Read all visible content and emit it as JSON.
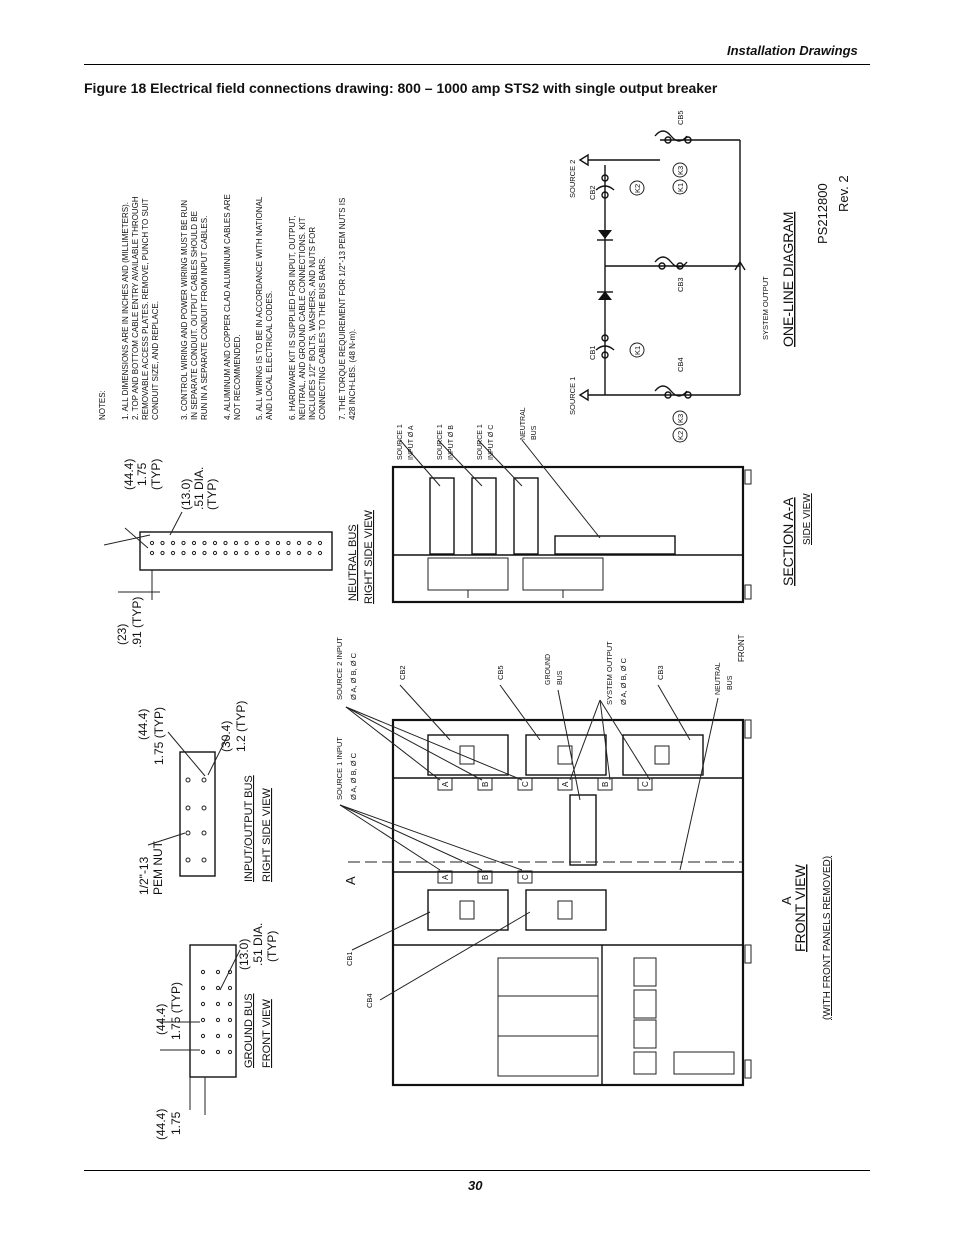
{
  "header": {
    "title": "Installation Drawings"
  },
  "figure": {
    "caption": "Figure 18  Electrical field connections drawing: 800 – 1000 amp STS2 with single output breaker"
  },
  "footer": {
    "page_number": "30"
  },
  "notes": {
    "heading": "NOTES:",
    "items": [
      "1. ALL DIMENSIONS ARE IN INCHES AND (MILLIMETERS).",
      "2. TOP AND BOTTOM CABLE ENTRY AVAILABLE THROUGH",
      "REMOVABLE ACCESS PLATES. REMOVE, PUNCH TO SUIT",
      "CONDUIT SIZE, AND REPLACE.",
      "3. CONTROL WIRING AND POWER WIRING MUST BE RUN",
      "IN SEPARATE CONDUIT. OUTPUT CABLES SHOULD BE",
      "RUN IN A SEPARATE CONDUIT FROM INPUT CABLES.",
      "4. ALUMINUM AND COPPER CLAD ALUMINUM CABLES ARE",
      "NOT RECOMMENDED.",
      "5. ALL WIRING IS TO BE IN ACCORDANCE WITH NATIONAL",
      "AND LOCAL ELECTRICAL CODES.",
      "6. HARDWARE KIT IS SUPPLIED FOR INPUT, OUTPUT,",
      "NEUTRAL, AND GROUND CABLE CONNECTIONS. KIT",
      "INCLUDES 1/2\" BOLTS, WASHERS, AND NUTS FOR",
      "CONNECTING CABLES TO THE BUS BARS.",
      "7. THE TORQUE REQUIREMENT FOR 1/2\"-13 PEM NUTS IS",
      "428 INCH-LBS. (48 N-m)."
    ]
  },
  "one_line": {
    "title": "ONE-LINE DIAGRAM",
    "drawing_no": "PS212800",
    "rev": "Rev. 2",
    "source1": "SOURCE 1",
    "source2": "SOURCE 2",
    "system_output": "SYSTEM OUTPUT",
    "cb1": "CB1",
    "cb2": "CB2",
    "cb3": "CB3",
    "cb4": "CB4",
    "cb5": "CB5",
    "k1": "K1",
    "k2": "K2",
    "k3": "K3"
  },
  "section": {
    "title": "SECTION A-A",
    "subtitle": "SIDE VIEW",
    "front": "FRONT",
    "src1_a": "SOURCE 1",
    "src1_a_sub": "INPUT Ø A",
    "src1_b": "SOURCE 1",
    "src1_b_sub": "INPUT Ø B",
    "src1_c": "SOURCE 1",
    "src1_c_sub": "INPUT Ø C",
    "neutral": "NEUTRAL",
    "neutral_sub": "BUS"
  },
  "neutral_bus": {
    "title": "NEUTRAL BUS",
    "subtitle": "RIGHT SIDE VIEW",
    "dim1": "(44.4)",
    "dim1b": "1.75",
    "dim1c": "(TYP)",
    "dim2": "(13.0)",
    "dim2b": ".51 DIA.",
    "dim2c": "(TYP)",
    "dim3": "(23)",
    "dim3b": ".91 (TYP)"
  },
  "io_bus": {
    "title": "INPUT/OUTPUT BUS",
    "subtitle": "RIGHT SIDE VIEW",
    "dim1": "(44.4)",
    "dim1b": "1.75 (TYP)",
    "dim2": "(30.4)",
    "dim2b": "1.2 (TYP)",
    "pem": "1/2\"-13",
    "pem_b": "PEM NUT"
  },
  "ground_bus": {
    "title": "GROUND BUS",
    "subtitle": "FRONT VIEW",
    "dim1": "(44.4)",
    "dim1b": "1.75 (TYP)",
    "dim2": "(13.0)",
    "dim2b": ".51 DIA.",
    "dim2c": "(TYP)",
    "dim3": "(44.4)",
    "dim3b": "1.75"
  },
  "front_view": {
    "title": "FRONT VIEW",
    "subtitle": "(WITH FRONT PANELS REMOVED)",
    "a_marker": "A",
    "src1_input": "SOURCE 1 INPUT",
    "src1_phases": "Ø A, Ø B, Ø C",
    "src2_input": "SOURCE 2 INPUT",
    "src2_phases": "Ø A, Ø B, Ø C",
    "sys_output": "SYSTEM OUTPUT",
    "sys_phases": "Ø A, Ø B, Ø C",
    "ground": "GROUND",
    "ground_sub": "BUS",
    "neutral": "NEUTRAL",
    "neutral_sub": "BUS",
    "cb1": "CB1",
    "cb2": "CB2",
    "cb3": "CB3",
    "cb4": "CB4",
    "cb5": "CB5",
    "phase_a": "A",
    "phase_b": "B",
    "phase_c": "C"
  }
}
